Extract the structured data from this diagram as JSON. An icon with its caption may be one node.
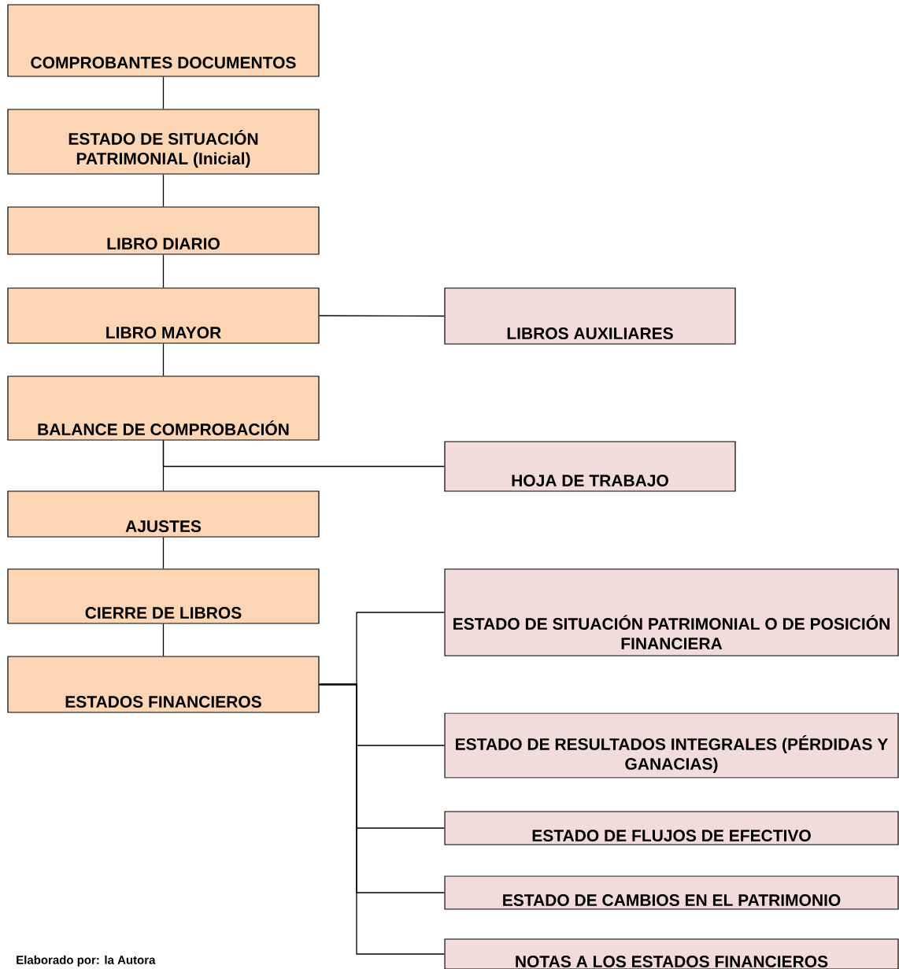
{
  "diagram": {
    "nodes": [
      {
        "text": [
          "COMPROBANTES DOCUMENTOS"
        ]
      },
      {
        "text": [
          "ESTADO DE SITUACIÓN PATRIMONIAL (Inicial)"
        ]
      },
      {
        "text": [
          "LIBRO DIARIO"
        ]
      },
      {
        "text": [
          "LIBRO MAYOR"
        ]
      },
      {
        "text": [
          "LIBROS AUXILIARES"
        ]
      },
      {
        "text": [
          "BALANCE DE COMPROBACIÓN"
        ]
      },
      {
        "text": [
          "HOJA DE TRABAJO"
        ]
      },
      {
        "text": [
          "AJUSTES"
        ]
      },
      {
        "text": [
          "CIERRE DE LIBROS"
        ]
      },
      {
        "text": [
          "ESTADOS FINANCIEROS"
        ]
      },
      {
        "text": [
          "ESTADO DE SITUACIÓN PATRIMONIAL O DE POSICIÓN FINANCIERA"
        ]
      },
      {
        "text": [
          "ESTADO DE RESULTADOS INTEGRALES (PÉRDIDAS Y GANACIAS)"
        ]
      },
      {
        "text": [
          "ESTADO DE FLUJOS DE EFECTIVO"
        ]
      },
      {
        "text": [
          "ESTADO DE CAMBIOS EN EL PATRIMONIO"
        ]
      },
      {
        "text": [
          "NOTAS A LOS ESTADOS FINANCIEROS"
        ]
      }
    ],
    "edges": [
      {
        "from": 0,
        "to": 1,
        "arrow": "none"
      },
      {
        "from": 1,
        "to": 2,
        "arrow": "none"
      },
      {
        "from": 2,
        "to": 3,
        "arrow": "none"
      },
      {
        "from": 3,
        "to": 4,
        "arrow": "none"
      },
      {
        "from": 3,
        "to": 5,
        "arrow": "none"
      },
      {
        "from": 5,
        "to": 6,
        "arrow": "none"
      },
      {
        "from": 5,
        "to": 7,
        "arrow": "none"
      },
      {
        "from": 7,
        "to": 8,
        "arrow": "none"
      },
      {
        "from": 8,
        "to": 9,
        "arrow": "none"
      },
      {
        "from": 9,
        "to": 10,
        "arrow": "none"
      },
      {
        "from": 9,
        "to": 11,
        "arrow": "none"
      },
      {
        "from": 9,
        "to": 12,
        "arrow": "none"
      },
      {
        "from": 9,
        "to": 13,
        "arrow": "none"
      },
      {
        "from": 9,
        "to": 14,
        "arrow": "none"
      }
    ],
    "labels": [
      "Elaborado por: la Autora"
    ]
  }
}
